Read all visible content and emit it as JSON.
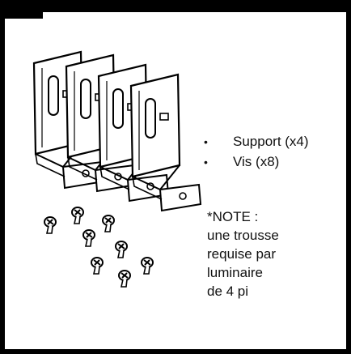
{
  "contents": {
    "items": [
      {
        "bullet": "•",
        "label": "Support (x4)"
      },
      {
        "bullet": "•",
        "label": "Vis  (x8)"
      }
    ],
    "note_lines": [
      "*NOTE :",
      "une trousse",
      "requise par",
      "luminaire",
      "de 4 pi"
    ]
  },
  "illustration": {
    "bracket_count": 4,
    "screw_count": 8,
    "icon": "mounting-bracket-and-screw-drawing"
  },
  "colors": {
    "border": "#000000",
    "background": "#ffffff",
    "text": "#111111"
  }
}
